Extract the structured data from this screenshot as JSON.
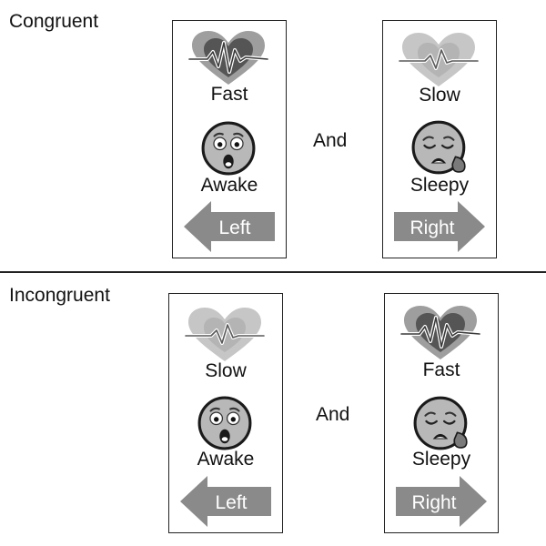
{
  "sections": [
    {
      "label": "Congruent",
      "left": {
        "heart_rate": "Fast",
        "state": "Awake",
        "direction": "Left"
      },
      "connector": "And",
      "right": {
        "heart_rate": "Slow",
        "state": "Sleepy",
        "direction": "Right"
      }
    },
    {
      "label": "Incongruent",
      "left": {
        "heart_rate": "Slow",
        "state": "Awake",
        "direction": "Left"
      },
      "connector": "And",
      "right": {
        "heart_rate": "Fast",
        "state": "Sleepy",
        "direction": "Right"
      }
    }
  ],
  "icons": {
    "fast": "heartbeat-fast-icon",
    "slow": "heartbeat-slow-icon",
    "awake": "astonished-face-icon",
    "sleepy": "sleepy-face-icon",
    "left": "left-arrow-icon",
    "right": "right-arrow-icon"
  },
  "colors": {
    "arrow": "#8a8a8a",
    "face": "#b5b5b5",
    "heart_fast": "#9e9e9e",
    "heart_slow": "#c8c8c8"
  }
}
